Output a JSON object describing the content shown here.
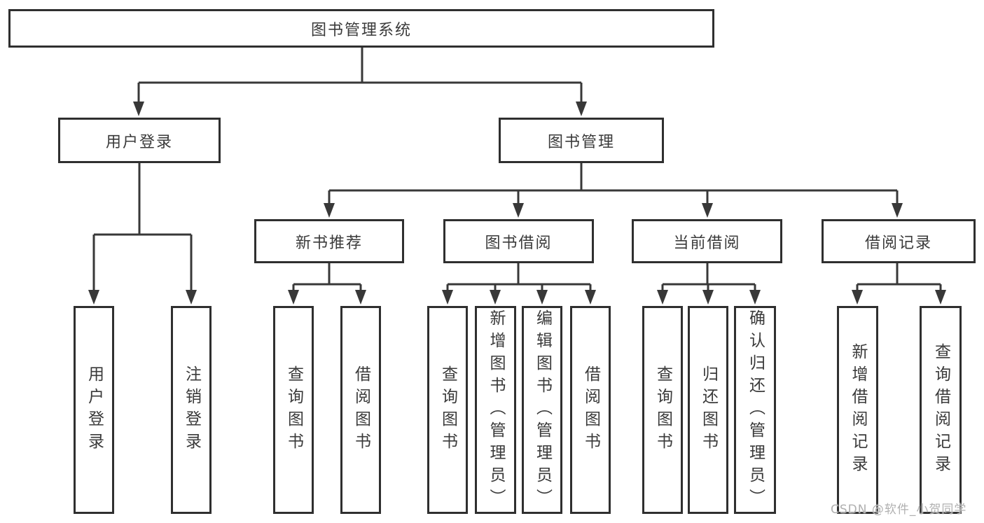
{
  "diagram": {
    "title": "图书管理系统",
    "root": {
      "label": "图书管理系统"
    },
    "level2": [
      {
        "label": "用户登录",
        "parent": "图书管理系统"
      },
      {
        "label": "图书管理",
        "parent": "图书管理系统"
      }
    ],
    "level3": [
      {
        "label": "新书推荐",
        "parent": "图书管理"
      },
      {
        "label": "图书借阅",
        "parent": "图书管理"
      },
      {
        "label": "当前借阅",
        "parent": "图书管理"
      },
      {
        "label": "借阅记录",
        "parent": "图书管理"
      }
    ],
    "leaves": [
      {
        "label": "用户登录",
        "parent": "用户登录"
      },
      {
        "label": "注销登录",
        "parent": "用户登录"
      },
      {
        "label": "查询图书",
        "parent": "新书推荐"
      },
      {
        "label": "借阅图书",
        "parent": "新书推荐"
      },
      {
        "label": "查询图书",
        "parent": "图书借阅"
      },
      {
        "label": "新增图书（管理员）",
        "parent": "图书借阅"
      },
      {
        "label": "编辑图书（管理员）",
        "parent": "图书借阅"
      },
      {
        "label": "借阅图书",
        "parent": "图书借阅"
      },
      {
        "label": "查询图书",
        "parent": "当前借阅"
      },
      {
        "label": "归还图书",
        "parent": "当前借阅"
      },
      {
        "label": "确认归还（管理员）",
        "parent": "当前借阅"
      },
      {
        "label": "新增借阅记录",
        "parent": "借阅记录"
      },
      {
        "label": "查询借阅记录",
        "parent": "借阅记录"
      }
    ]
  },
  "watermark": {
    "text": "CSDN @软件_小贺同学"
  },
  "colors": {
    "line": "#383838",
    "box_border": "#2f2f2f",
    "text": "#3a3a3a",
    "background": "#ffffff",
    "watermark": "#b0b0b0"
  }
}
